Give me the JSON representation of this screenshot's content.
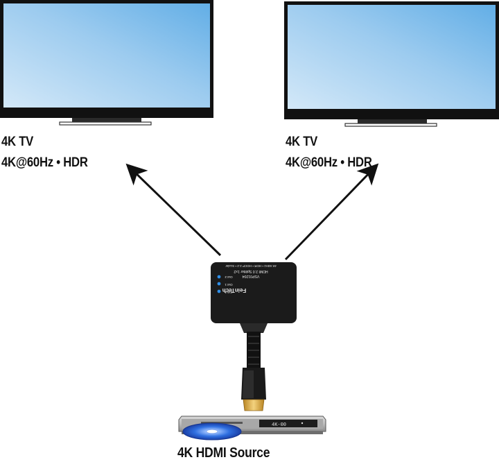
{
  "tv_left": {
    "name": "4K TV",
    "spec": "4K@60Hz • HDR"
  },
  "tv_right": {
    "name": "4K TV",
    "spec": "4K@60Hz • HDR"
  },
  "splitter": {
    "brand": "FeinTech",
    "model": "VSP01204",
    "title": "HDMI 2.0 Splitter 1x2",
    "features": "4K 60Hz • HDR • HDCP 2.2 • Scaler",
    "leds": [
      "Out 2",
      "Out 1",
      "Input"
    ]
  },
  "source": {
    "label": "4K HDMI Source",
    "display": "4K-00"
  },
  "colors": {
    "screen_top": "#6fb3e6",
    "screen_bottom": "#cfe6f7",
    "bezel": "#111111",
    "led": "#2f8fe8",
    "plug_gold": "#e7b85a",
    "disc_blue": "#2f6fe0"
  }
}
